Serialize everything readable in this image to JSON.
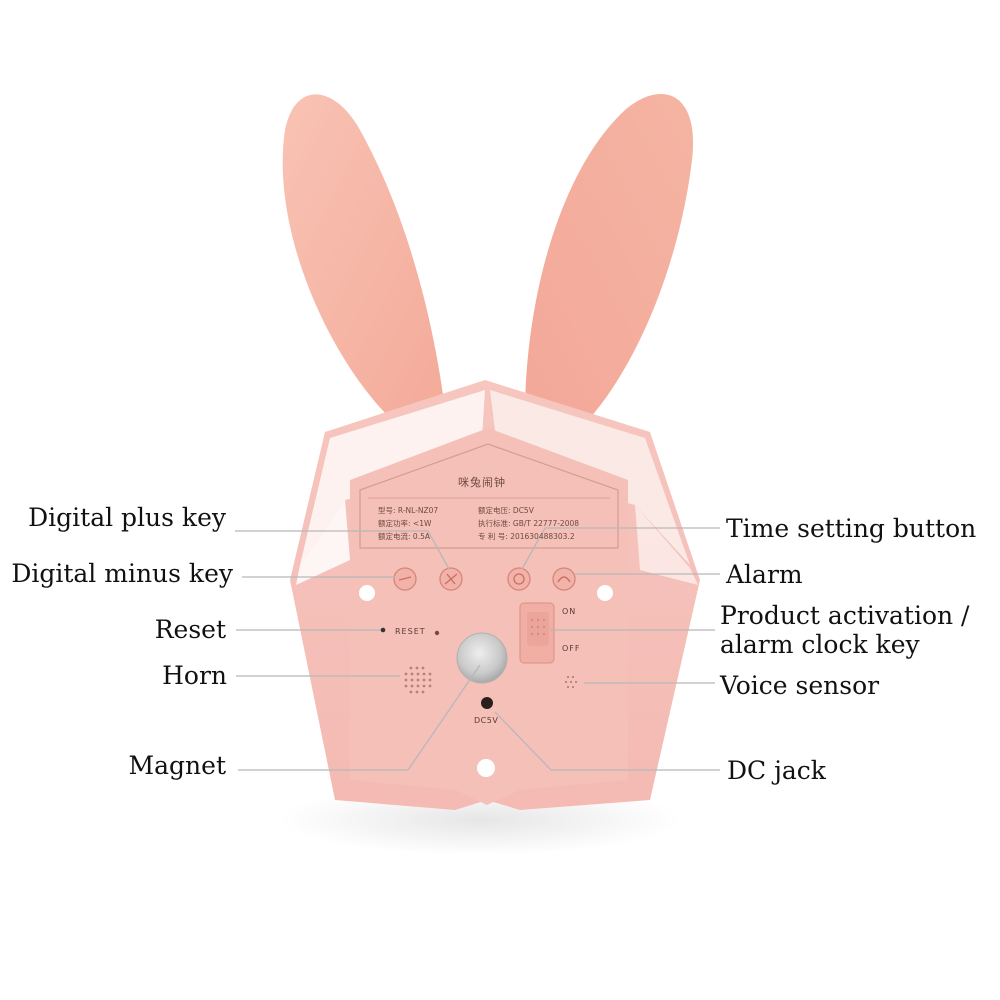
{
  "product": {
    "name_cn": "咪兔闹钟",
    "spec_label": [
      {
        "key": "型号:",
        "value": "R-NL-NZ07"
      },
      {
        "key": "额定电压:",
        "value": "DC5V"
      },
      {
        "key": "额定功率:",
        "value": "<1W"
      },
      {
        "key": "执行标准:",
        "value": "GB/T 22777-2008"
      },
      {
        "key": "额定电流:",
        "value": "0.5A"
      },
      {
        "key": "专 利 号:",
        "value": "201630488303.2"
      }
    ],
    "panel_text": {
      "reset": "RESET",
      "switch_on": "ON",
      "switch_off": "OFF",
      "dc_port": "DC5V"
    }
  },
  "callouts": {
    "left": [
      {
        "id": "digital-plus-key",
        "text": "Digital plus key"
      },
      {
        "id": "digital-minus-key",
        "text": "Digital minus key"
      },
      {
        "id": "reset",
        "text": "Reset"
      },
      {
        "id": "horn",
        "text": "Horn"
      },
      {
        "id": "magnet",
        "text": "Magnet"
      }
    ],
    "right": [
      {
        "id": "time-setting-button",
        "text": "Time setting button"
      },
      {
        "id": "alarm",
        "text": "Alarm"
      },
      {
        "id": "product-activation",
        "lines": [
          "Product activation /",
          "alarm clock key"
        ]
      },
      {
        "id": "voice-sensor",
        "text": "Voice sensor"
      },
      {
        "id": "dc-jack",
        "text": "DC jack"
      }
    ]
  },
  "colors": {
    "body_pink": "#f6c3bc",
    "ear_pink": "#f7b9aa",
    "panel_pink": "#f3b9b0",
    "leader_line": "#b8b8b8"
  }
}
